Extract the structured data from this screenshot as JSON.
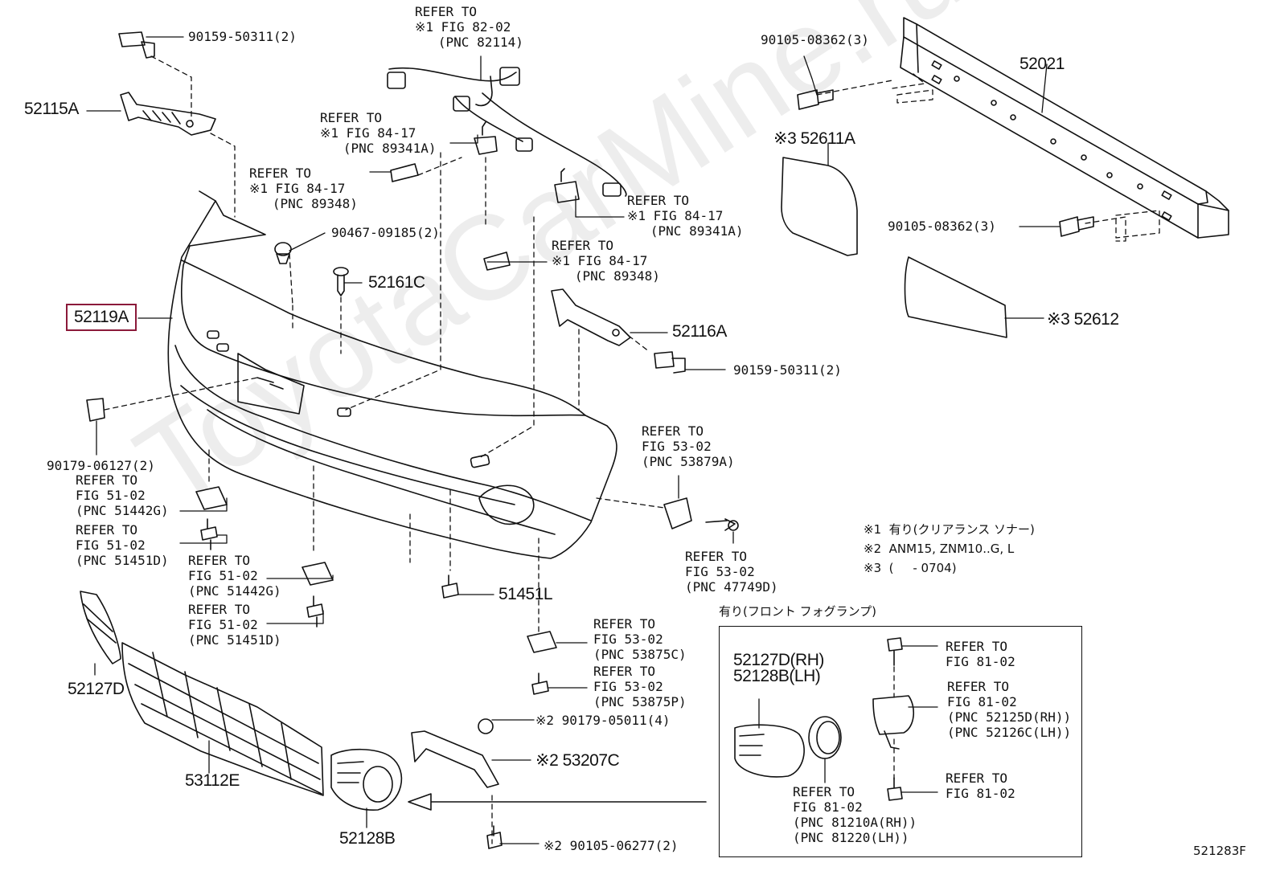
{
  "watermark": "ToyotaCarMine.ru",
  "figure_code": "521283F",
  "highlight_part": "52119A",
  "notes": [
    "※1  有り(クリアランス ソナー)",
    "※2  ANM15, ZNM10..G, L",
    "※3  (     - 0704)"
  ],
  "fog_box_title": "有り(フロント フォグランプ)",
  "parts": [
    {
      "id": "p52115a",
      "text": "52115A"
    },
    {
      "id": "p52119a",
      "text": "52119A"
    },
    {
      "id": "p52161c",
      "text": "52161C"
    },
    {
      "id": "p52021",
      "text": "52021"
    },
    {
      "id": "p52611a",
      "text": "※3 52611A"
    },
    {
      "id": "p52612",
      "text": "※3 52612"
    },
    {
      "id": "p52116a",
      "text": "52116A"
    },
    {
      "id": "p51451l",
      "text": "51451L"
    },
    {
      "id": "p52127d",
      "text": "52127D"
    },
    {
      "id": "p53112e",
      "text": "53112E"
    },
    {
      "id": "p52128b",
      "text": "52128B"
    },
    {
      "id": "p53207c",
      "text": "※2 53207C"
    },
    {
      "id": "p52127drh",
      "text": "52127D(RH)\n52128B(LH)"
    }
  ],
  "labels": [
    {
      "id": "l1",
      "text": "90159-50311(2)"
    },
    {
      "id": "l2",
      "text": "REFER TO\n※1 FIG 82-02\n   (PNC 82114)"
    },
    {
      "id": "l3",
      "text": "REFER TO\n※1 FIG 84-17\n   (PNC 89341A)"
    },
    {
      "id": "l4",
      "text": "REFER TO\n※1 FIG 84-17\n   (PNC 89348)"
    },
    {
      "id": "l5",
      "text": "90467-09185(2)"
    },
    {
      "id": "l6",
      "text": "REFER TO\n※1 FIG 84-17\n   (PNC 89341A)"
    },
    {
      "id": "l7",
      "text": "REFER TO\n※1 FIG 84-17\n   (PNC 89348)"
    },
    {
      "id": "l8",
      "text": "90105-08362(3)"
    },
    {
      "id": "l9",
      "text": "90105-08362(3)"
    },
    {
      "id": "l10",
      "text": "90159-50311(2)"
    },
    {
      "id": "l11",
      "text": "90179-06127(2)"
    },
    {
      "id": "l12",
      "text": "REFER TO\nFIG 51-02\n(PNC 51442G)"
    },
    {
      "id": "l13",
      "text": "REFER TO\nFIG 51-02\n(PNC 51451D)"
    },
    {
      "id": "l14",
      "text": "REFER TO\nFIG 51-02\n(PNC 51442G)"
    },
    {
      "id": "l15",
      "text": "REFER TO\nFIG 51-02\n(PNC 51451D)"
    },
    {
      "id": "l16",
      "text": "REFER TO\nFIG 53-02\n(PNC 53879A)"
    },
    {
      "id": "l17",
      "text": "REFER TO\nFIG 53-02\n(PNC 47749D)"
    },
    {
      "id": "l18",
      "text": "REFER TO\nFIG 53-02\n(PNC 53875C)"
    },
    {
      "id": "l19",
      "text": "REFER TO\nFIG 53-02\n(PNC 53875P)"
    },
    {
      "id": "l20",
      "text": "※2 90179-05011(4)"
    },
    {
      "id": "l21",
      "text": "※2 90105-06277(2)"
    },
    {
      "id": "l22",
      "text": "REFER TO\nFIG 81-02"
    },
    {
      "id": "l23",
      "text": "REFER TO\nFIG 81-02\n(PNC 52125D(RH))\n(PNC 52126C(LH))"
    },
    {
      "id": "l24",
      "text": "REFER TO\nFIG 81-02"
    },
    {
      "id": "l25",
      "text": "REFER TO\nFIG 81-02\n(PNC 81210A(RH))\n(PNC 81220(LH))"
    }
  ]
}
